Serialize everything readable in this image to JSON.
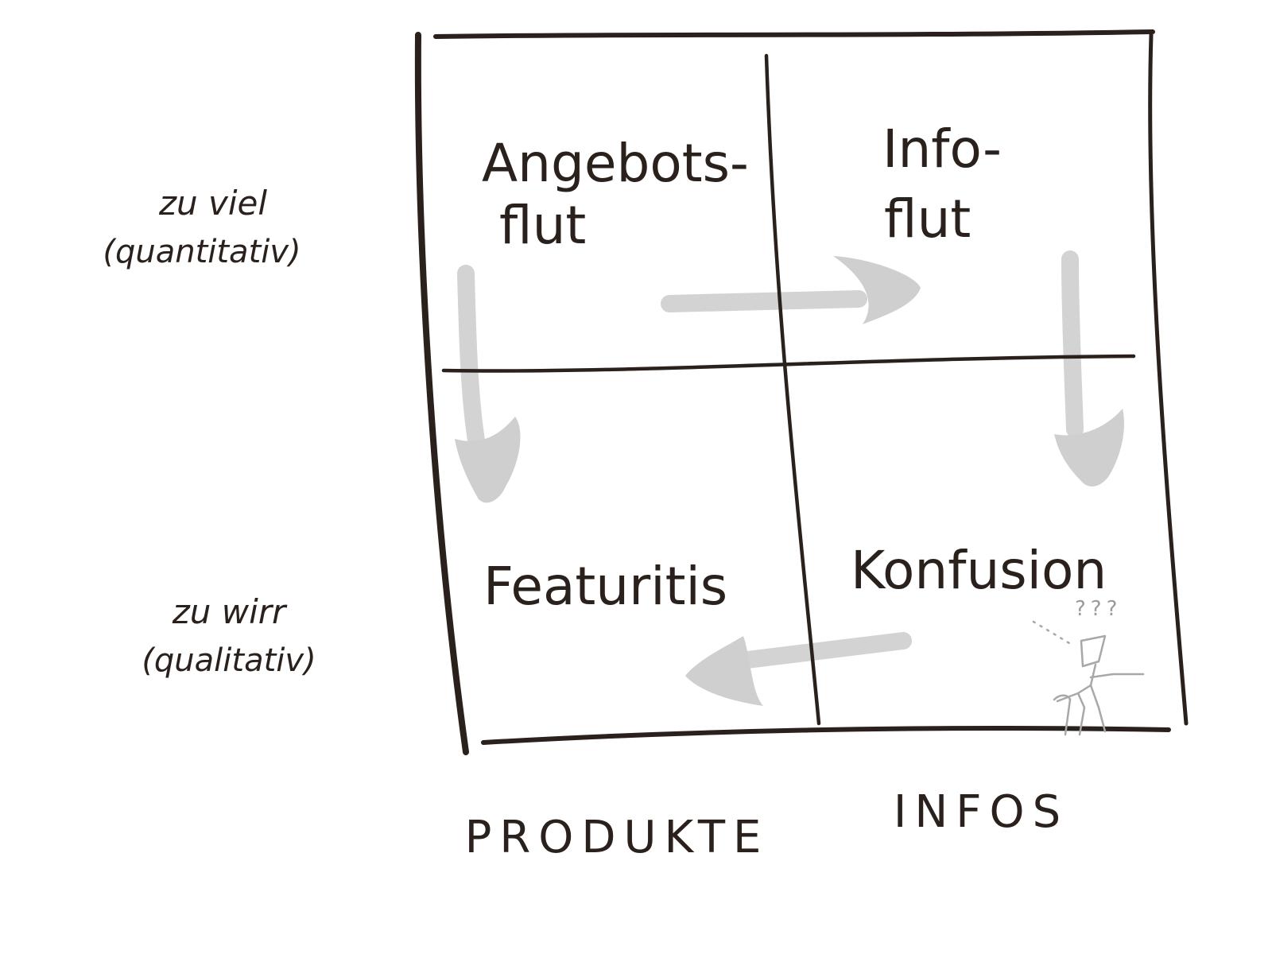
{
  "diagram": {
    "row_labels": [
      {
        "line1": "zu viel",
        "line2": "(quantitativ)"
      },
      {
        "line1": "zu wirr",
        "line2": "(qualitativ)"
      }
    ],
    "column_labels": [
      "PRODUKTE",
      "INFOS"
    ],
    "cells": {
      "top_left": {
        "line1": "Angebots-",
        "line2": "flut"
      },
      "top_right": {
        "line1": "Info-",
        "line2": "flut"
      },
      "bottom_left": {
        "line1": "Featuritis"
      },
      "bottom_right": {
        "line1": "Konfusion"
      }
    },
    "figure_thought": "???",
    "arrows": [
      {
        "from": "Angebotsflut",
        "to": "Infoflut"
      },
      {
        "from": "Angebotsflut",
        "to": "Featuritis"
      },
      {
        "from": "Infoflut",
        "to": "Konfusion"
      },
      {
        "from": "Konfusion",
        "to": "Featuritis"
      }
    ],
    "colors": {
      "ink": "#2a211c",
      "arrow": "#d3d3d3",
      "figure": "#a8a8a8"
    }
  }
}
